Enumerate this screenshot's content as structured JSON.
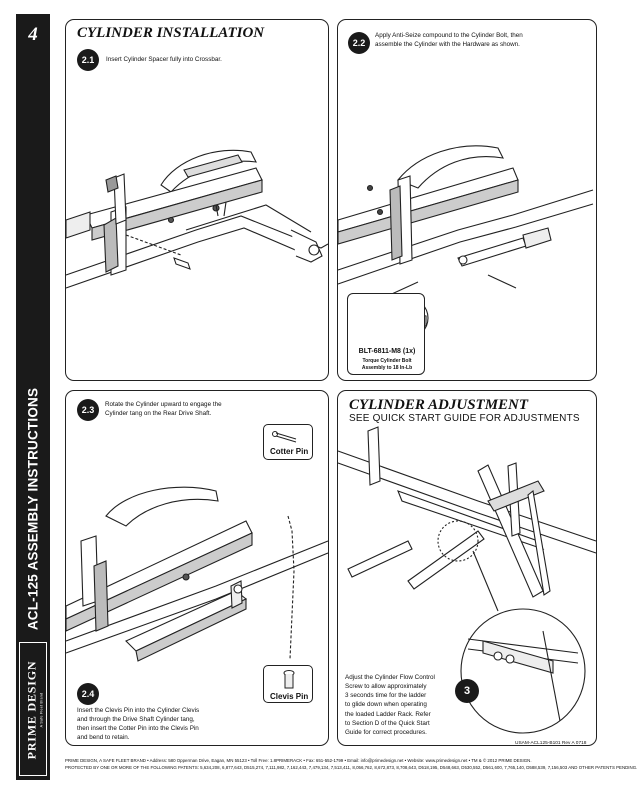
{
  "sidebar": {
    "page_number": "4",
    "title": "ACL-125 ASSEMBLY INSTRUCTIONS",
    "logo": "PRIME DESIGN",
    "logo_sub": "A Safe Fleet Brand"
  },
  "section1": {
    "title": "CYLINDER INSTALLATION",
    "step_2_1": {
      "number": "2.1",
      "text": "Insert Cylinder Spacer fully into Crossbar."
    },
    "step_2_2": {
      "number": "2.2",
      "text_lines": [
        "Apply Anti-Seize compound to the Cylinder Bolt, then",
        "assemble the Cylinder with the Hardware as shown."
      ],
      "part_number": "BLT-6811-M8 (1x)",
      "part_desc_lines": [
        "Torque Cylinder Bolt",
        "Assembly to 18 In-Lb"
      ]
    },
    "step_2_3": {
      "number": "2.3",
      "text_lines": [
        "Rotate the Cylinder upward to engage the",
        "Cylinder tang on the Rear Drive Shaft."
      ],
      "cotter_label": "Cotter Pin",
      "clevis_label": "Clevis Pin"
    },
    "step_2_4": {
      "number": "2.4",
      "text_lines": [
        "Insert the Clevis Pin into the Cylinder Clevis",
        "and through the Drive Shaft Cylinder tang,",
        "then insert the Cotter Pin into the Clevis Pin",
        "and bend to retain."
      ]
    }
  },
  "section2": {
    "title": "CYLINDER ADJUSTMENT",
    "subtitle": "SEE QUICK START GUIDE FOR ADJUSTMENTS",
    "step_3": {
      "number": "3",
      "text_lines": [
        "Adjust the Cylinder Flow Control",
        "Screw to allow approximately",
        "3 seconds time for the ladder",
        "to glide down when operating",
        "the loaded Ladder Rack. Refer",
        "to Section D of the Quick Start",
        "Guide for correct procedures."
      ]
    }
  },
  "doc_code": "USAM-ACL125-B101 Rev A 0718",
  "footer_lines": [
    "PRIME DESIGN, A SAFE FLEET BRAND • Address: 580 Opperman Drive, Eagan, MN 55123 • Toll Free: 1.8PRIMERACK • Fax: 651-552-1799 • Email: info@primedesign.net • Website: www.primedesign.net • TM & © 2012 PRIME DESIGN.",
    "PROTECTED BY ONE OR MORE OF THE FOLLOWING PATENTS: 5,634,208, 6,877,643, D515,274, 7,111,982, 7,162,443, 7,479,134, 7,513,411, 8,056,762, 8,672,873, 8,708,643, D518,195, D548,663, D530,552, D561,600, 7,765,140, D588,539, 7,156,503 AND OTHER PATENTS PENDING."
  ]
}
